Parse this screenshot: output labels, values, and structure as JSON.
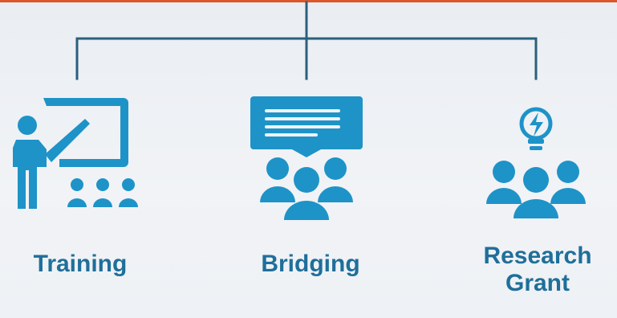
{
  "colors": {
    "accent": "#1e93c8",
    "label": "#1f6f9a",
    "connector": "#2a5f7c",
    "top_bar": "#d9572b"
  },
  "items": [
    {
      "label": "Training",
      "icon": "teacher-presentation-icon"
    },
    {
      "label": "Bridging",
      "icon": "group-chat-icon"
    },
    {
      "label": "Research\nGrant",
      "icon": "idea-group-icon"
    }
  ]
}
